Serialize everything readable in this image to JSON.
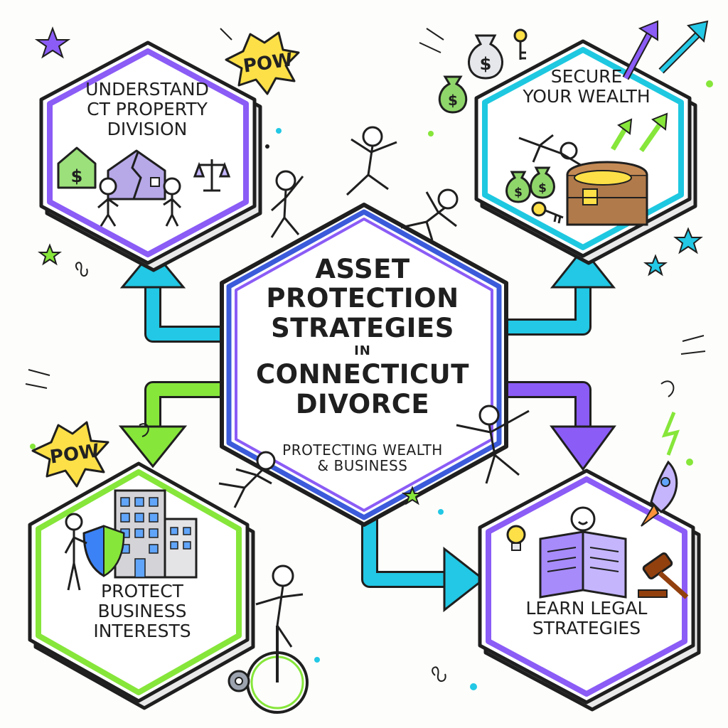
{
  "center": {
    "title_lines": [
      "ASSET",
      "PROTECTION",
      "STRATEGIES"
    ],
    "connector": "IN",
    "title_lines_2": [
      "CONNECTICUT",
      "DIVORCE"
    ],
    "tagline_lines": [
      "PROTECTING WEALTH",
      "& BUSINESS"
    ]
  },
  "nodes": [
    {
      "id": "understand",
      "lines": [
        "UNDERSTAND",
        "CT PROPERTY",
        "DIVISION"
      ],
      "border_color": "#8b5cf6"
    },
    {
      "id": "secure",
      "lines": [
        "SECURE",
        "YOUR WEALTH"
      ],
      "border_color": "#1ec8e0"
    },
    {
      "id": "protect",
      "lines": [
        "PROTECT",
        "BUSINESS",
        "INTERESTS"
      ],
      "border_color": "#86e63a"
    },
    {
      "id": "learn",
      "lines": [
        "LEARN LEGAL",
        "STRATEGIES"
      ],
      "border_color": "#8b5cf6"
    }
  ],
  "badges": [
    {
      "text": "POW"
    },
    {
      "text": "POW"
    }
  ],
  "colors": {
    "purple": "#8b5cf6",
    "cyan": "#22c8e5",
    "green": "#86e63a",
    "blue": "#3b5bdb",
    "yellow": "#fde047",
    "money_green": "#8fd66a"
  },
  "icons": [
    "house-dollar-icon",
    "broken-house-icon",
    "scales-icon",
    "money-bag-icon",
    "key-icon",
    "treasure-chest-icon",
    "growth-arrows-icon",
    "office-building-icon",
    "shield-icon",
    "book-icon",
    "lightbulb-icon",
    "gavel-icon",
    "rocket-icon",
    "unicycle-icon",
    "gear-icon",
    "star-icon"
  ]
}
